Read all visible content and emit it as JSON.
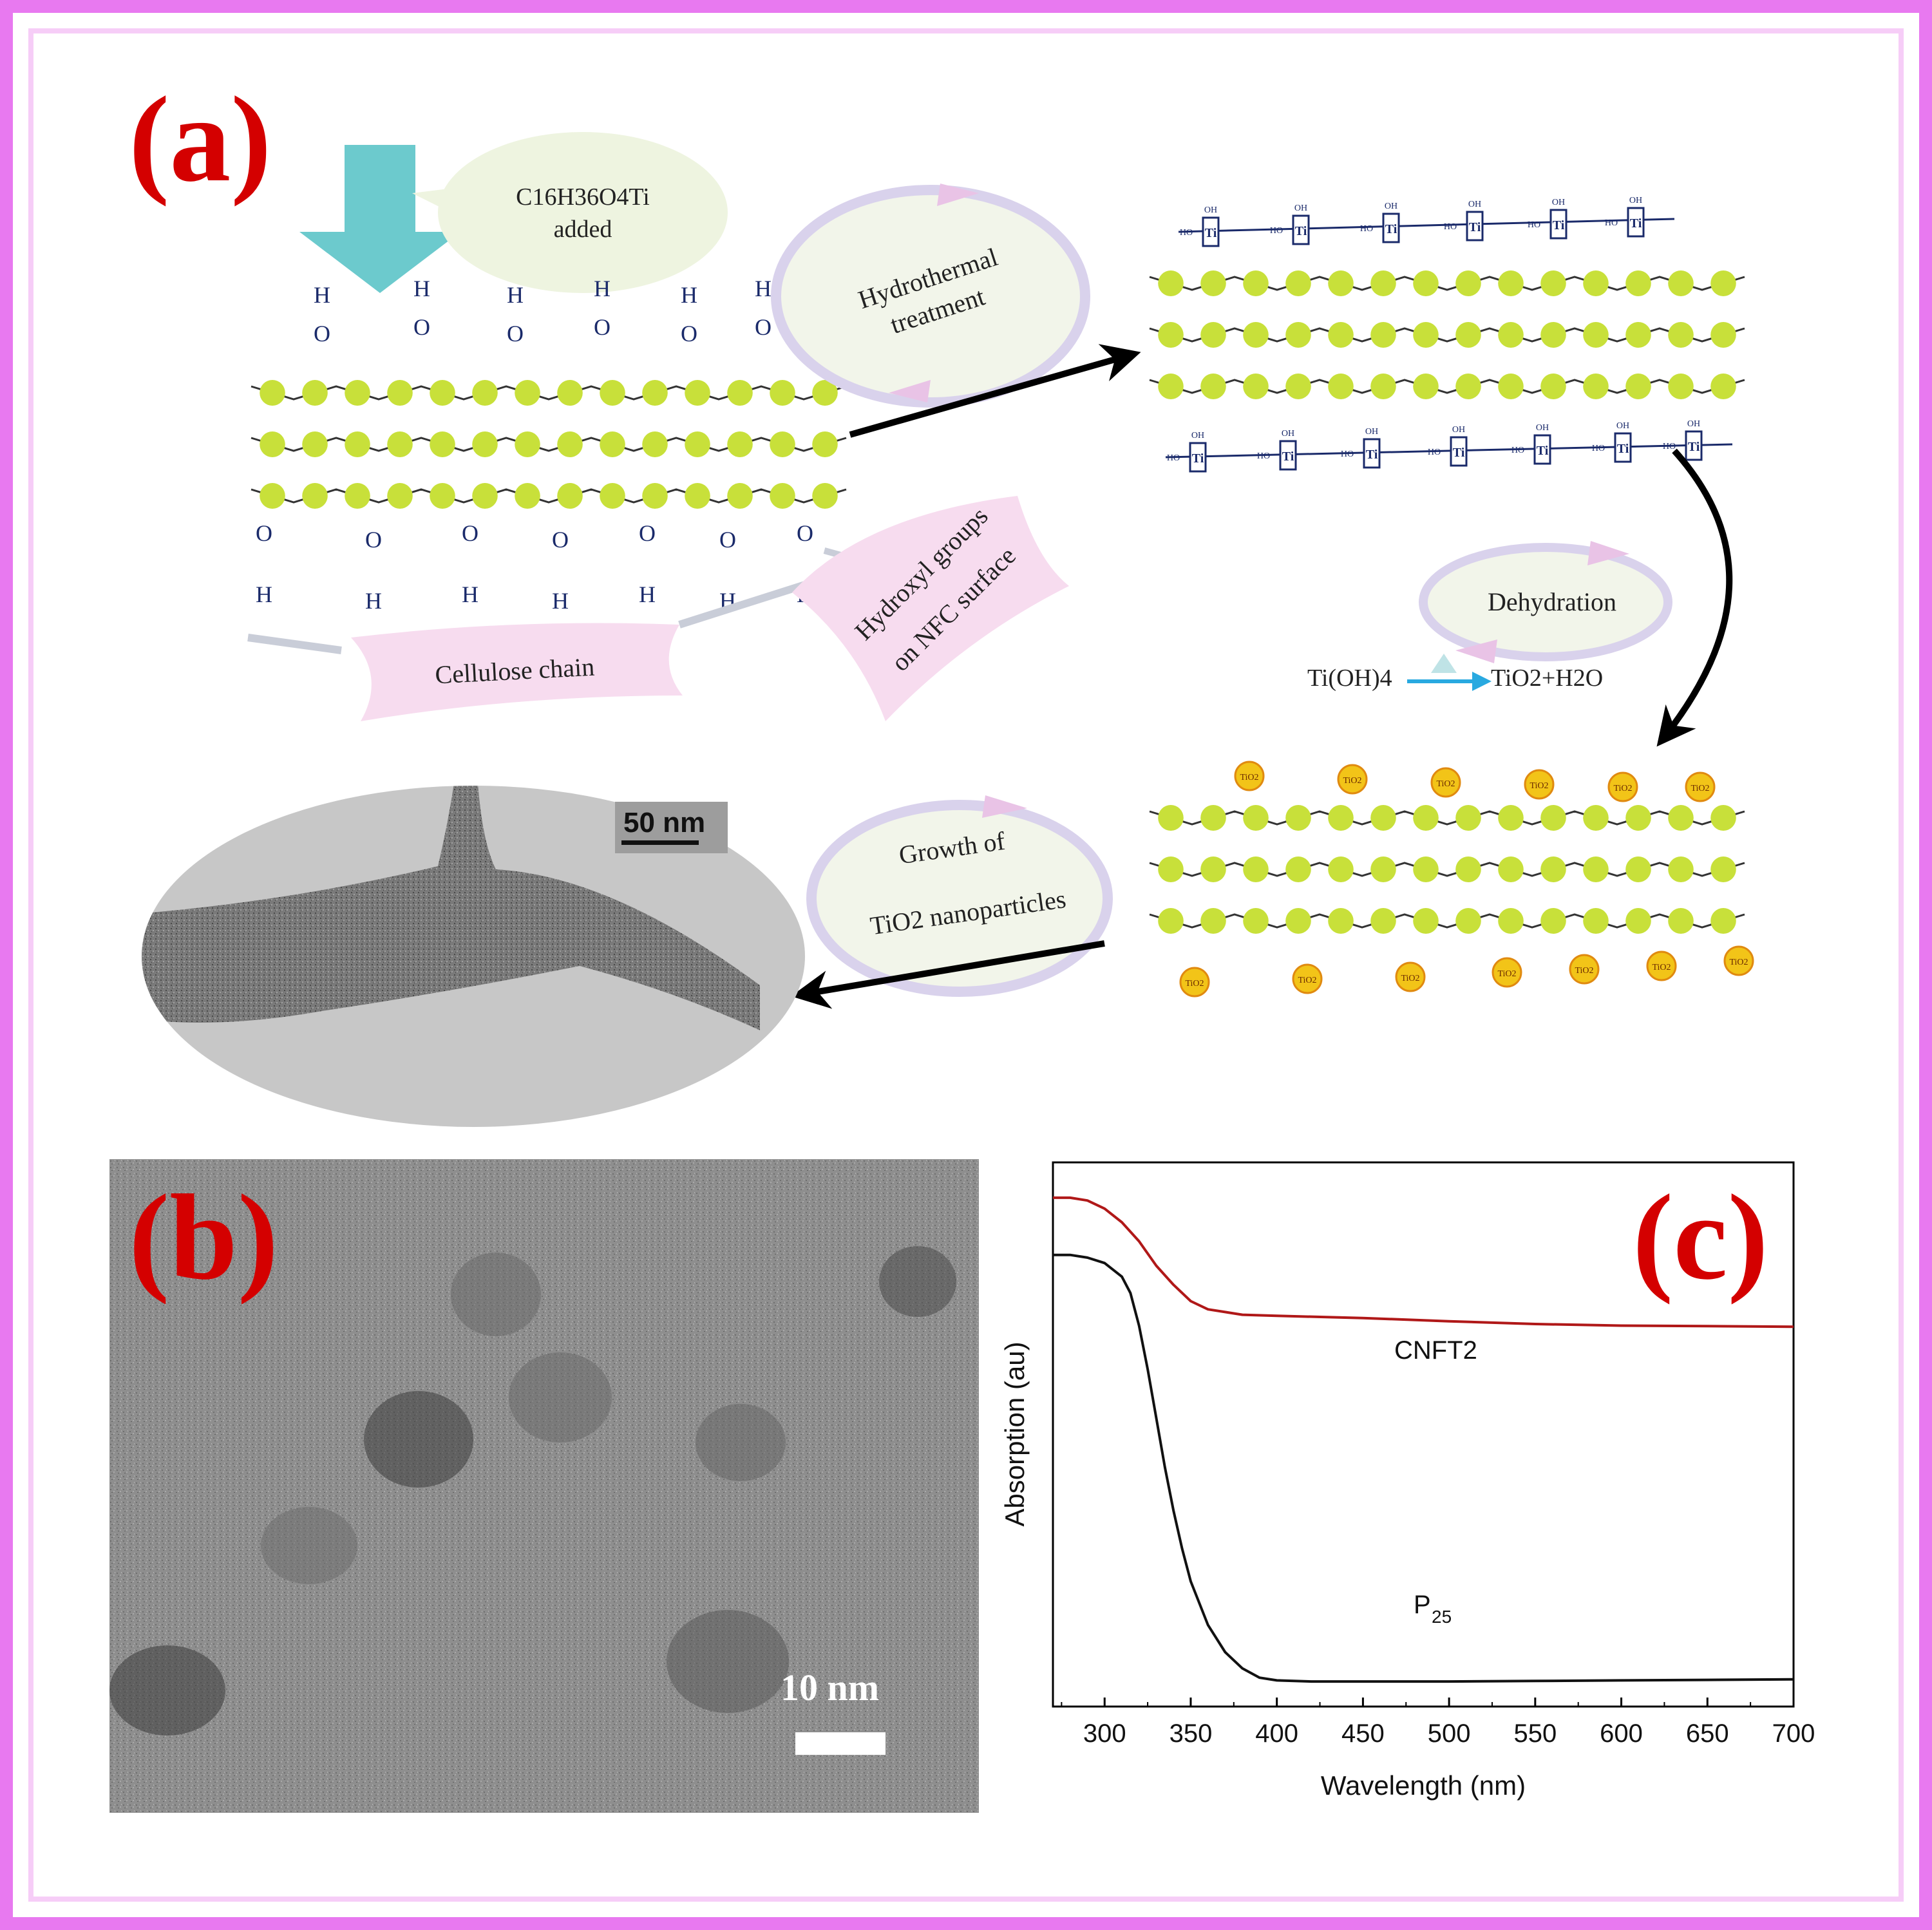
{
  "colors": {
    "frame_outer": "#e879f0",
    "frame_inner": "#f6cdf7",
    "panel_label": "#d40000",
    "cellulose_ring": "#c8e03a",
    "bubble_green": "#eef4e0",
    "bubble_pink": "#f7dcef",
    "teal_arrow": "#5cc4c8",
    "cycle_ring": "#d9d2ec",
    "tio2_particle": "#f2c418",
    "cnft2_line": "#b01818",
    "p25_line": "#111111"
  },
  "panel_a": {
    "label": "(a)",
    "reagent_formula": "C16H36O4Ti",
    "reagent_added": "added",
    "hydrothermal_line1": "Hydrothermal",
    "hydrothermal_line2": "treatment",
    "hydroxyl_line1": "Hydroxyl groups",
    "hydroxyl_line2": "on NFC surface",
    "cellulose_chain": "Cellulose chain",
    "dehydration": "Dehydration",
    "reaction_left": "Ti(OH)4",
    "reaction_right": "TiO2+H2O",
    "growth_line1": "Growth of",
    "growth_line2": "TiO2 nanoparticles",
    "tem_scale": "50 nm",
    "hydroxyl_atoms": [
      "H",
      "O"
    ],
    "ti_label": "Ti",
    "oh_label": "OH",
    "ho_label": "HO",
    "particle_label": "TiO2"
  },
  "panel_b": {
    "label": "(b)",
    "scale_label": "10 nm"
  },
  "panel_c": {
    "label": "(c)"
  },
  "chart_data": {
    "type": "line",
    "title": "",
    "xlabel": "Wavelength (nm)",
    "ylabel": "Absorption (au)",
    "xlim": [
      270,
      700
    ],
    "ylim": [
      0,
      1.0
    ],
    "x_ticks": [
      300,
      350,
      400,
      450,
      500,
      550,
      600,
      650,
      700
    ],
    "series": [
      {
        "name": "CNFT2",
        "x": [
          270,
          280,
          290,
          300,
          310,
          320,
          330,
          340,
          350,
          360,
          380,
          400,
          450,
          500,
          550,
          600,
          650,
          700
        ],
        "y": [
          0.935,
          0.935,
          0.93,
          0.915,
          0.89,
          0.855,
          0.81,
          0.775,
          0.745,
          0.73,
          0.72,
          0.718,
          0.714,
          0.708,
          0.703,
          0.7,
          0.699,
          0.698
        ]
      },
      {
        "name": "P25",
        "x": [
          270,
          280,
          290,
          300,
          310,
          315,
          320,
          325,
          330,
          335,
          340,
          345,
          350,
          360,
          370,
          380,
          390,
          400,
          420,
          450,
          500,
          550,
          600,
          650,
          700
        ],
        "y": [
          0.83,
          0.83,
          0.825,
          0.815,
          0.79,
          0.76,
          0.7,
          0.62,
          0.53,
          0.44,
          0.36,
          0.29,
          0.23,
          0.15,
          0.1,
          0.07,
          0.053,
          0.048,
          0.046,
          0.046,
          0.046,
          0.047,
          0.048,
          0.049,
          0.05
        ]
      }
    ],
    "series_labels": [
      "CNFT2",
      "P",
      "25"
    ]
  }
}
